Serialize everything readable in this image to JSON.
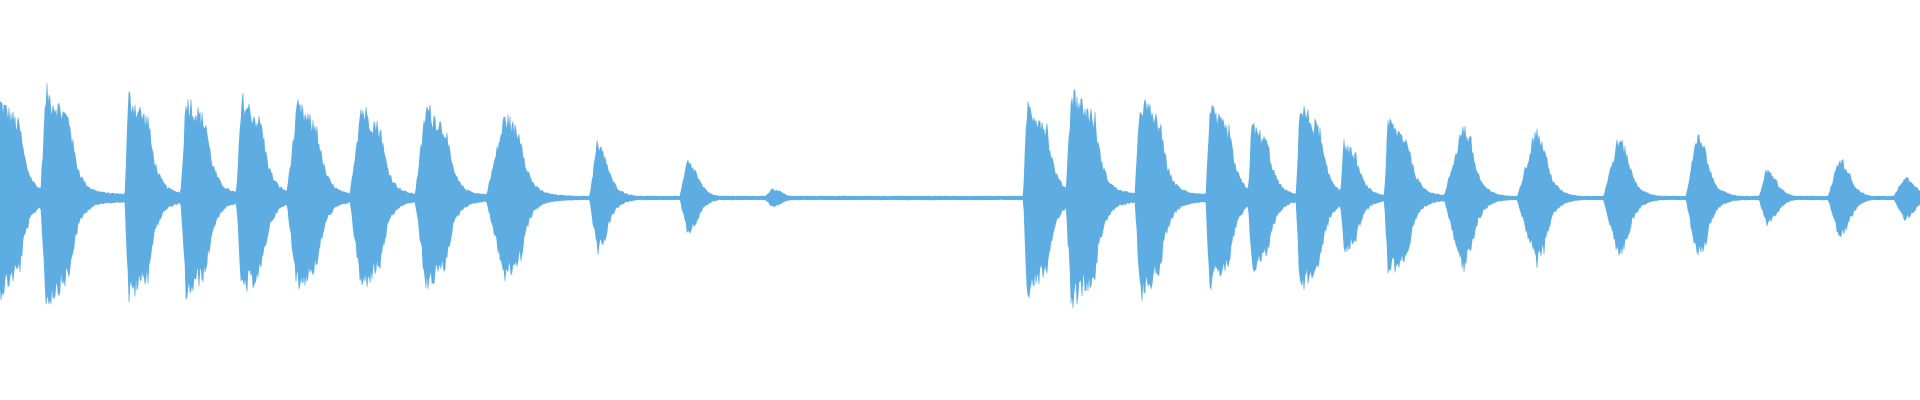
{
  "waveform": {
    "color": "#5dade2",
    "background": "#ffffff",
    "baseline_level": 0.01,
    "segments": [
      {
        "start": 0.0,
        "peak": 0.53,
        "attack": 0.002,
        "decay": 0.01,
        "tail": 0.05
      },
      {
        "start": 0.024,
        "peak": 0.58,
        "attack": 0.003,
        "decay": 0.012,
        "tail": 0.06
      },
      {
        "start": 0.067,
        "peak": 0.56,
        "attack": 0.002,
        "decay": 0.01,
        "tail": 0.05
      },
      {
        "start": 0.097,
        "peak": 0.55,
        "attack": 0.003,
        "decay": 0.01,
        "tail": 0.05
      },
      {
        "start": 0.126,
        "peak": 0.54,
        "attack": 0.003,
        "decay": 0.01,
        "tail": 0.05
      },
      {
        "start": 0.155,
        "peak": 0.5,
        "attack": 0.006,
        "decay": 0.01,
        "tail": 0.04
      },
      {
        "start": 0.188,
        "peak": 0.5,
        "attack": 0.006,
        "decay": 0.01,
        "tail": 0.04
      },
      {
        "start": 0.222,
        "peak": 0.5,
        "attack": 0.006,
        "decay": 0.01,
        "tail": 0.04
      },
      {
        "start": 0.263,
        "peak": 0.45,
        "attack": 0.01,
        "decay": 0.008,
        "tail": 0.03
      },
      {
        "start": 0.311,
        "peak": 0.3,
        "attack": 0.004,
        "decay": 0.004,
        "tail": 0.02
      },
      {
        "start": 0.358,
        "peak": 0.2,
        "attack": 0.004,
        "decay": 0.004,
        "tail": 0.01
      },
      {
        "start": 0.402,
        "peak": 0.05,
        "attack": 0.004,
        "decay": 0.004,
        "tail": 0.005
      },
      {
        "start": 0.535,
        "peak": 0.52,
        "attack": 0.002,
        "decay": 0.01,
        "tail": 0.05
      },
      {
        "start": 0.558,
        "peak": 0.58,
        "attack": 0.003,
        "decay": 0.012,
        "tail": 0.06
      },
      {
        "start": 0.594,
        "peak": 0.54,
        "attack": 0.003,
        "decay": 0.01,
        "tail": 0.05
      },
      {
        "start": 0.63,
        "peak": 0.48,
        "attack": 0.002,
        "decay": 0.01,
        "tail": 0.04
      },
      {
        "start": 0.652,
        "peak": 0.4,
        "attack": 0.002,
        "decay": 0.008,
        "tail": 0.03
      },
      {
        "start": 0.677,
        "peak": 0.5,
        "attack": 0.002,
        "decay": 0.01,
        "tail": 0.04
      },
      {
        "start": 0.7,
        "peak": 0.3,
        "attack": 0.002,
        "decay": 0.006,
        "tail": 0.03
      },
      {
        "start": 0.723,
        "peak": 0.42,
        "attack": 0.002,
        "decay": 0.01,
        "tail": 0.03
      },
      {
        "start": 0.762,
        "peak": 0.4,
        "attack": 0.01,
        "decay": 0.004,
        "tail": 0.02
      },
      {
        "start": 0.8,
        "peak": 0.37,
        "attack": 0.01,
        "decay": 0.004,
        "tail": 0.02
      },
      {
        "start": 0.843,
        "peak": 0.33,
        "attack": 0.008,
        "decay": 0.004,
        "tail": 0.02
      },
      {
        "start": 0.884,
        "peak": 0.34,
        "attack": 0.006,
        "decay": 0.004,
        "tail": 0.02
      },
      {
        "start": 0.92,
        "peak": 0.15,
        "attack": 0.004,
        "decay": 0.004,
        "tail": 0.01
      },
      {
        "start": 0.958,
        "peak": 0.22,
        "attack": 0.006,
        "decay": 0.004,
        "tail": 0.01
      },
      {
        "start": 0.992,
        "peak": 0.12,
        "attack": 0.006,
        "decay": 0.004,
        "tail": 0.01
      }
    ]
  }
}
